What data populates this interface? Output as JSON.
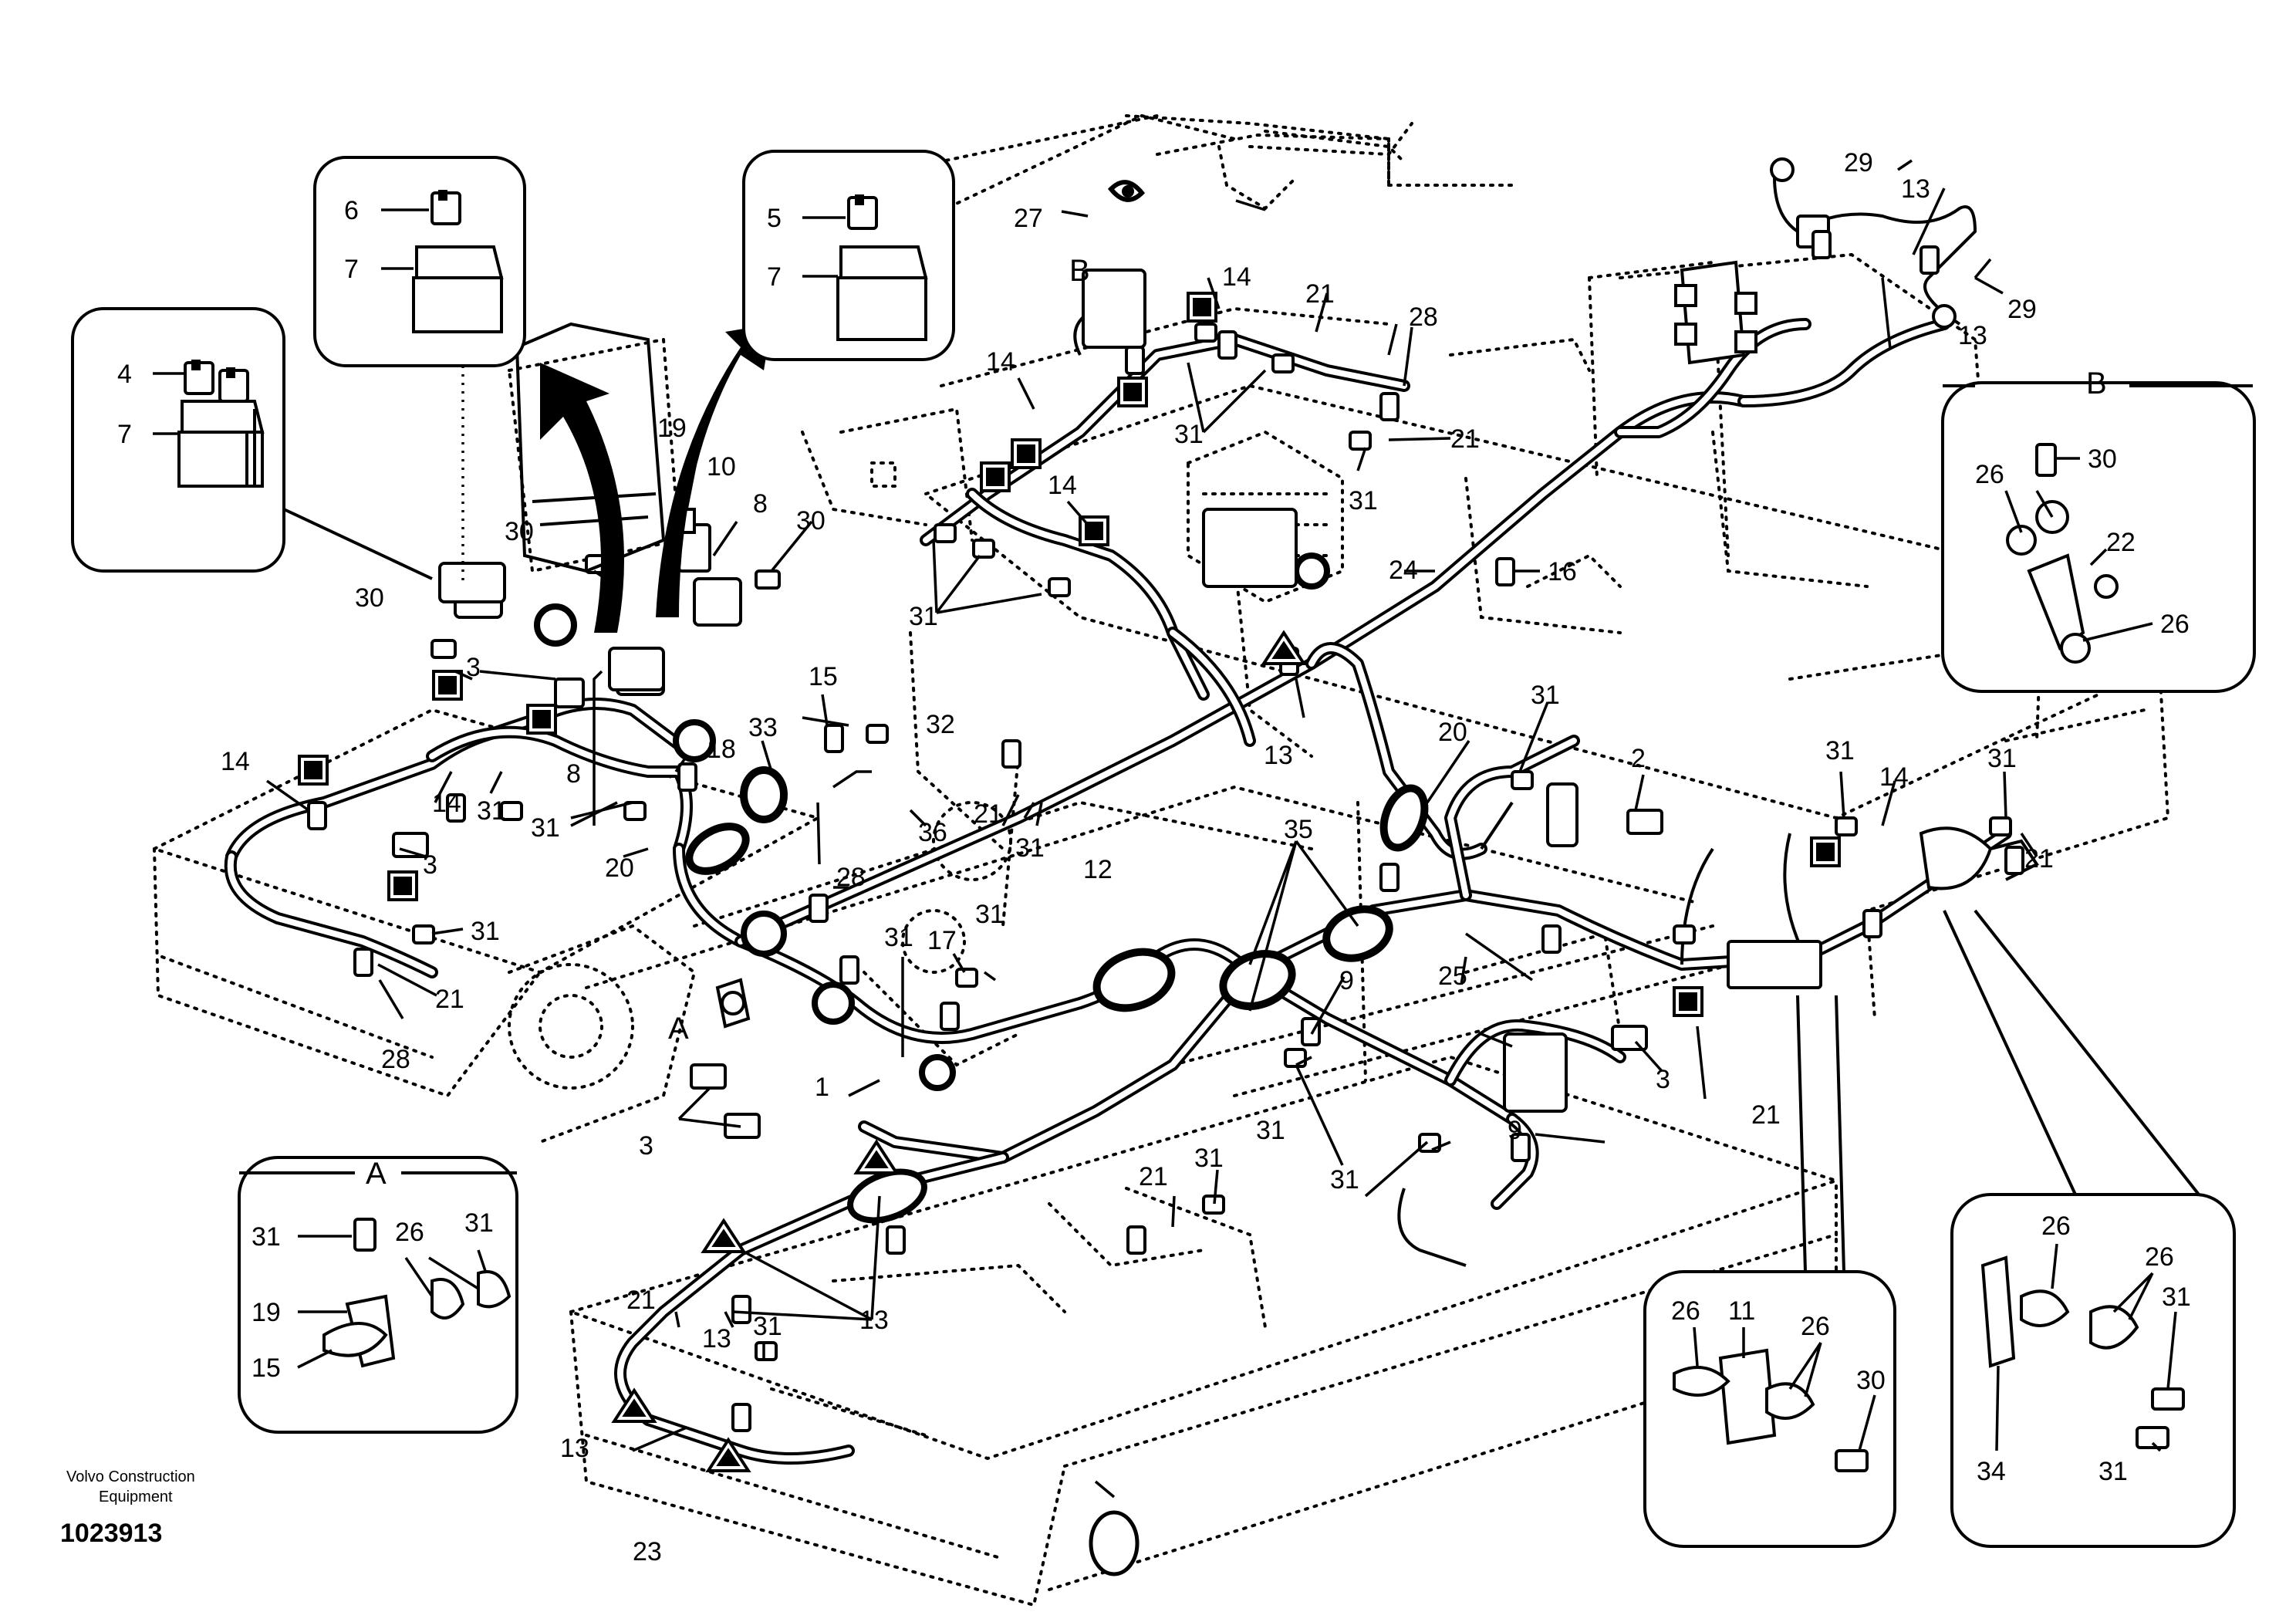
{
  "footer": {
    "brand_line1": "Volvo Construction",
    "brand_line2": "Equipment",
    "doc_number": "1023913"
  },
  "insets": {
    "detail_a": "A",
    "detail_b": "B"
  },
  "part_labels": {
    "n1": "1",
    "n2": "2",
    "n3": "3",
    "n4": "4",
    "n5": "5",
    "n6": "6",
    "n7": "7",
    "n8": "8",
    "n9": "9",
    "n10": "10",
    "n11": "11",
    "n12": "12",
    "n13": "13",
    "n14": "14",
    "n15": "15",
    "n16": "16",
    "n17": "17",
    "n18": "18",
    "n19": "19",
    "n20": "20",
    "n21": "21",
    "n22": "22",
    "n23": "23",
    "n24": "24",
    "n25": "25",
    "n26": "26",
    "n27": "27",
    "n28": "28",
    "n29": "29",
    "n30": "30",
    "n31": "31",
    "n32": "32",
    "n33": "33",
    "n34": "34",
    "n35": "35",
    "n36": "36"
  }
}
